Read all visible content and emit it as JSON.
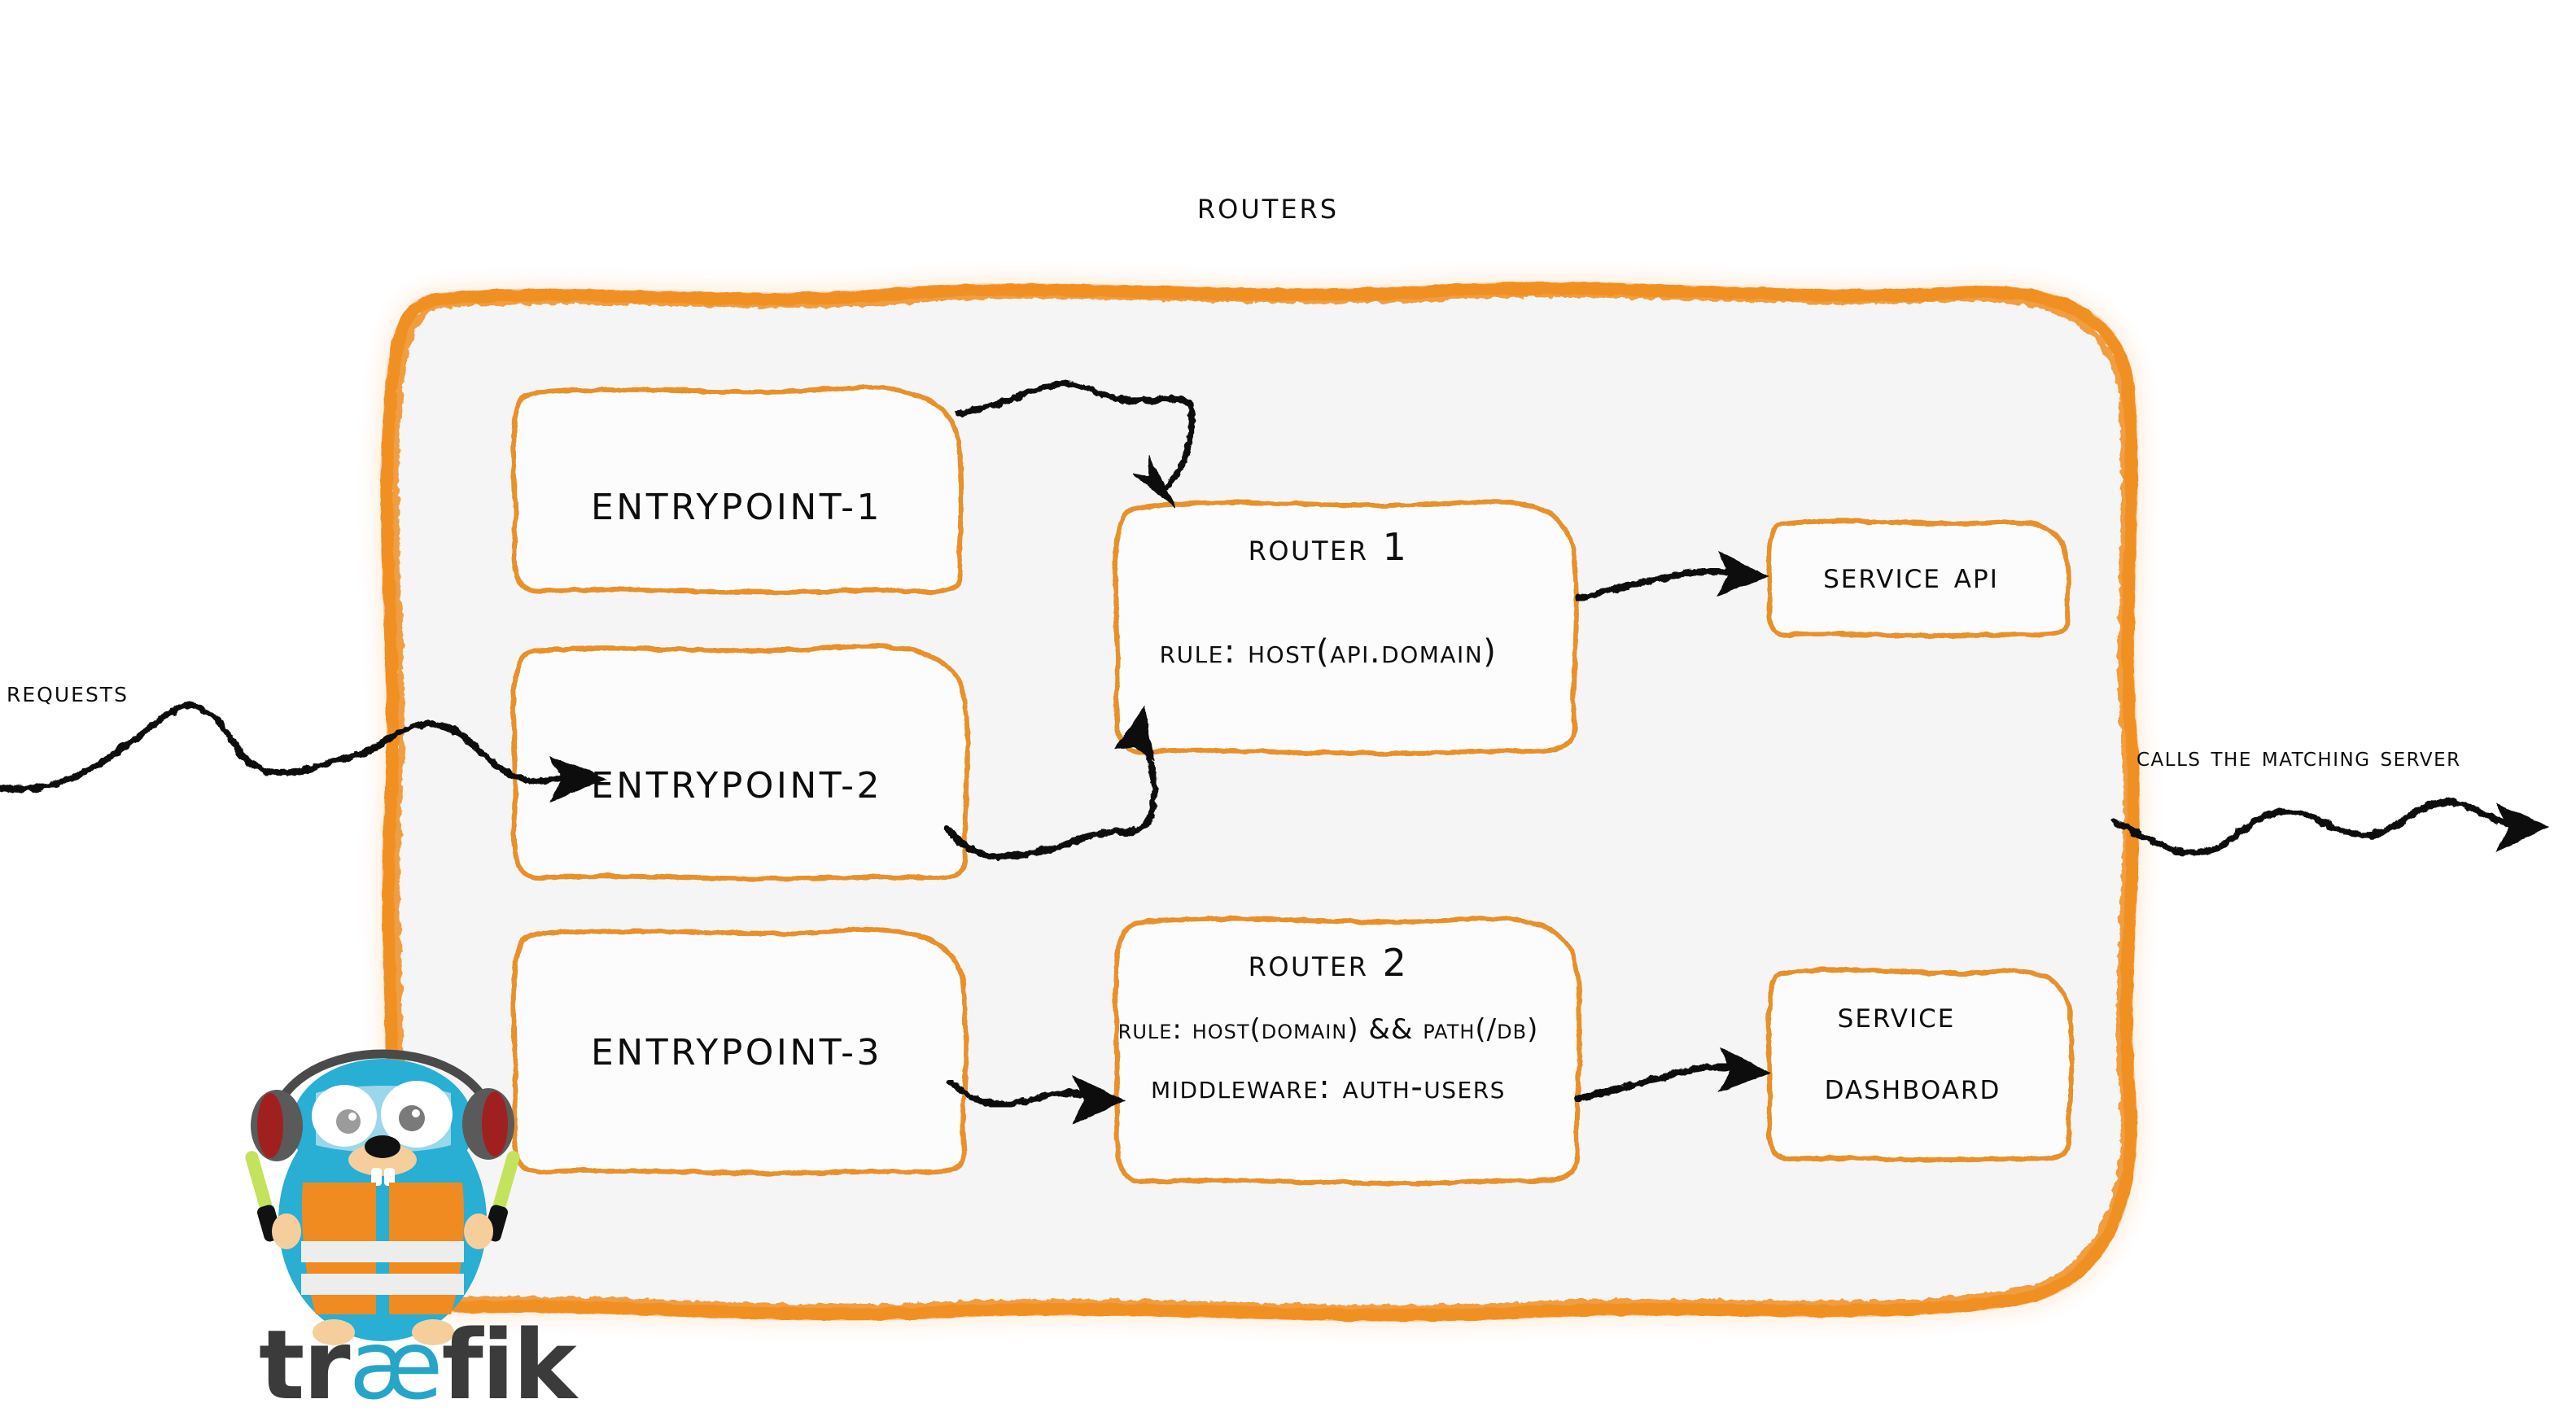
{
  "diagram": {
    "title": "Routers",
    "product": "traefik",
    "wordmark_prefix": "tr",
    "wordmark_ligature": "æ",
    "wordmark_suffix": "fik",
    "colors": {
      "accent_orange": "#F09022",
      "panel_fill": "#F5F5F5",
      "ink": "#111111",
      "gopher_blue": "#29AED4",
      "vest_orange": "#F08B21",
      "glowstick_green": "#C3E35C",
      "headphone_grey": "#5A5A5A",
      "headphone_red": "#A02020",
      "wordmark_grey": "#3B3B3B",
      "wordmark_blue": "#27A5C9"
    }
  },
  "edge_labels": {
    "incoming": "Requests",
    "outgoing": "Calls the matching server"
  },
  "entrypoints": [
    {
      "id": "entrypoint-1",
      "label": "entrypoint-1"
    },
    {
      "id": "entrypoint-2",
      "label": "entrypoint-2"
    },
    {
      "id": "entrypoint-3",
      "label": "entrypoint-3"
    }
  ],
  "routers": [
    {
      "id": "router-1",
      "name": "Router 1",
      "lines": [
        {
          "key": "rule",
          "text": "rule: Host(api.domain)"
        }
      ]
    },
    {
      "id": "router-2",
      "name": "Router 2",
      "lines": [
        {
          "key": "rule",
          "text": "rule: Host(domain) && Path(/db)"
        },
        {
          "key": "middleware",
          "text": "Middleware: auth-users"
        }
      ]
    }
  ],
  "services": [
    {
      "id": "service-api",
      "line1": "Service API",
      "line2": ""
    },
    {
      "id": "service-dashboard",
      "line1": "Service",
      "line2": "Dashboard"
    }
  ],
  "connections": [
    {
      "from": "requests",
      "to": "routers-panel"
    },
    {
      "from": "entrypoint-1",
      "to": "router-1"
    },
    {
      "from": "entrypoint-2",
      "to": "router-1"
    },
    {
      "from": "entrypoint-3",
      "to": "router-2"
    },
    {
      "from": "router-1",
      "to": "service-api"
    },
    {
      "from": "router-2",
      "to": "service-dashboard"
    },
    {
      "from": "routers-panel",
      "to": "matching-server"
    }
  ]
}
